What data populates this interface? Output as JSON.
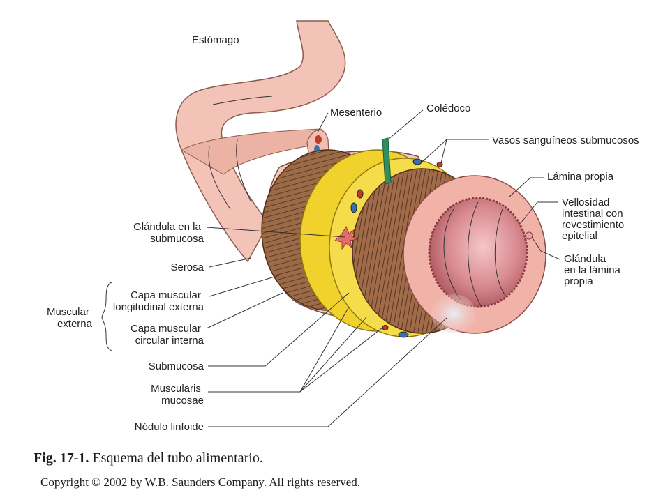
{
  "labels": {
    "stomach": "Estómago",
    "mesentery": "Mesenterio",
    "bile_duct": "Colédoco",
    "submucosal_vessels": "Vasos sanguíneos submucosos",
    "lamina_propria": "Lámina propia",
    "villus": [
      "Vellosidad",
      "intestinal con",
      "revestimiento",
      "epitelial"
    ],
    "submucosal_gland": [
      "Glándula en la",
      "submucosa"
    ],
    "serosa": "Serosa",
    "outer_longitudinal": [
      "Capa muscular",
      "longitudinal externa"
    ],
    "muscularis_externa": [
      "Muscular",
      "externa"
    ],
    "inner_circular": [
      "Capa muscular",
      "circular interna"
    ],
    "submucosa": "Submucosa",
    "muscularis_mucosae": [
      "Muscularis",
      "mucosae"
    ],
    "lymphoid_nodule": "Nódulo linfoide",
    "lamina_gland": [
      "Glándula",
      "en la lámina",
      "propia"
    ]
  },
  "caption": {
    "figure_number": "Fig. 17-1.",
    "text": " Esquema del tubo alimentario."
  },
  "copyright": "Copyright © 2002 by W.B. Saunders Company. All rights reserved.",
  "colors": {
    "stomach": "#f2c3b6",
    "muscle": "#8a5a3a",
    "submucosa": "#f2d22a",
    "mucosa": "#f1b3a8",
    "lumen": "#c77a80",
    "bile_duct": "#2f8f5e"
  }
}
